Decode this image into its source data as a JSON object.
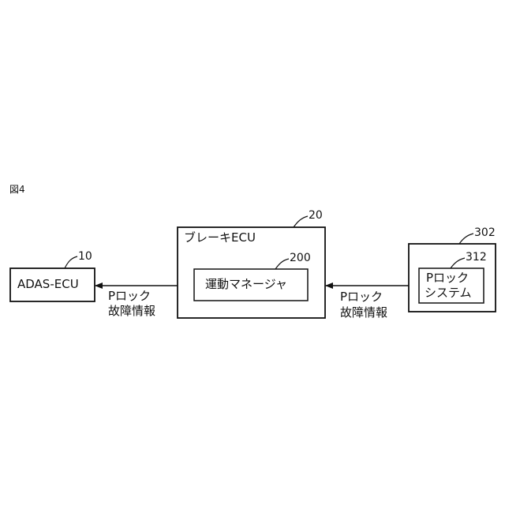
{
  "figure": {
    "label": "図4"
  },
  "blocks": {
    "adas": {
      "label": "ADAS-ECU",
      "ref": "10"
    },
    "brake": {
      "label": "ブレーキECU",
      "ref": "20"
    },
    "motion_manager": {
      "label": "運動マネージャ",
      "ref": "200"
    },
    "p_lock_unit": {
      "ref": "302"
    },
    "p_lock_system": {
      "line1": "Pロック",
      "line2": "システム",
      "ref": "312"
    }
  },
  "arrows": {
    "brake_to_adas": {
      "line1": "Pロック",
      "line2": "故障情報"
    },
    "plock_to_brake": {
      "line1": "Pロック",
      "line2": "故障情報"
    }
  }
}
